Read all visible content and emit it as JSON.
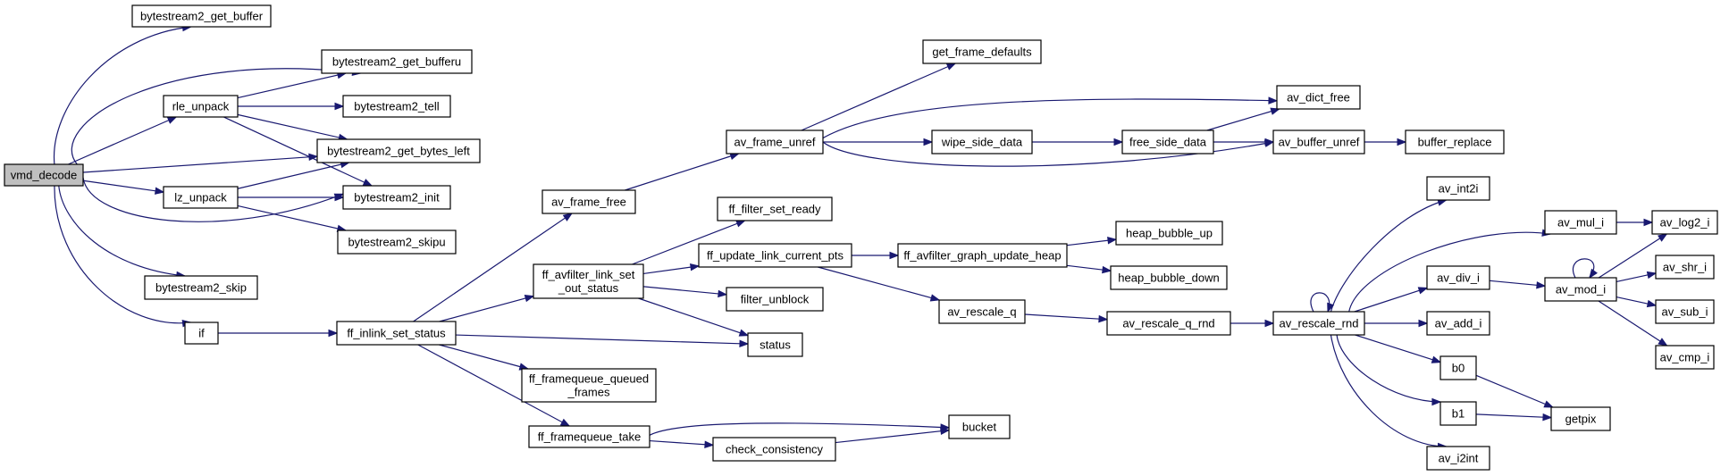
{
  "colors": {
    "edge": "#191970",
    "node_border": "#000000",
    "root_fill": "#bfbfbf",
    "node_fill": "#ffffff",
    "background": "#ffffff"
  },
  "nodes": [
    {
      "id": "vmd_decode",
      "label": "vmd_decode",
      "root": true
    },
    {
      "id": "bytestream2_get_buffer",
      "label": "bytestream2_get_buffer"
    },
    {
      "id": "bytestream2_get_bufferu",
      "label": "bytestream2_get_bufferu"
    },
    {
      "id": "rle_unpack",
      "label": "rle_unpack"
    },
    {
      "id": "bytestream2_tell",
      "label": "bytestream2_tell"
    },
    {
      "id": "bytestream2_get_bytes_left",
      "label": "bytestream2_get_bytes_left"
    },
    {
      "id": "lz_unpack",
      "label": "lz_unpack"
    },
    {
      "id": "bytestream2_init",
      "label": "bytestream2_init"
    },
    {
      "id": "bytestream2_skipu",
      "label": "bytestream2_skipu"
    },
    {
      "id": "bytestream2_skip",
      "label": "bytestream2_skip"
    },
    {
      "id": "if",
      "label": "if"
    },
    {
      "id": "ff_inlink_set_status",
      "label": "ff_inlink_set_status"
    },
    {
      "id": "av_frame_free",
      "label": "av_frame_free"
    },
    {
      "id": "ff_avfilter_link_set_out_status",
      "label": [
        "ff_avfilter_link_set",
        "_out_status"
      ]
    },
    {
      "id": "ff_framequeue_queued_frames",
      "label": [
        "ff_framequeue_queued",
        "_frames"
      ]
    },
    {
      "id": "ff_framequeue_take",
      "label": "ff_framequeue_take"
    },
    {
      "id": "av_frame_unref",
      "label": "av_frame_unref"
    },
    {
      "id": "ff_filter_set_ready",
      "label": "ff_filter_set_ready"
    },
    {
      "id": "ff_update_link_current_pts",
      "label": "ff_update_link_current_pts"
    },
    {
      "id": "filter_unblock",
      "label": "filter_unblock"
    },
    {
      "id": "status",
      "label": "status"
    },
    {
      "id": "check_consistency",
      "label": "check_consistency"
    },
    {
      "id": "bucket",
      "label": "bucket"
    },
    {
      "id": "get_frame_defaults",
      "label": "get_frame_defaults"
    },
    {
      "id": "wipe_side_data",
      "label": "wipe_side_data"
    },
    {
      "id": "free_side_data",
      "label": "free_side_data"
    },
    {
      "id": "av_dict_free",
      "label": "av_dict_free"
    },
    {
      "id": "av_buffer_unref",
      "label": "av_buffer_unref"
    },
    {
      "id": "buffer_replace",
      "label": "buffer_replace"
    },
    {
      "id": "ff_avfilter_graph_update_heap",
      "label": "ff_avfilter_graph_update_heap"
    },
    {
      "id": "heap_bubble_up",
      "label": "heap_bubble_up"
    },
    {
      "id": "heap_bubble_down",
      "label": "heap_bubble_down"
    },
    {
      "id": "av_rescale_q",
      "label": "av_rescale_q"
    },
    {
      "id": "av_rescale_q_rnd",
      "label": "av_rescale_q_rnd"
    },
    {
      "id": "av_rescale_rnd",
      "label": "av_rescale_rnd"
    },
    {
      "id": "av_int2i",
      "label": "av_int2i"
    },
    {
      "id": "av_mul_i",
      "label": "av_mul_i"
    },
    {
      "id": "av_div_i",
      "label": "av_div_i"
    },
    {
      "id": "av_add_i",
      "label": "av_add_i"
    },
    {
      "id": "b0",
      "label": "b0"
    },
    {
      "id": "b1",
      "label": "b1"
    },
    {
      "id": "av_i2int",
      "label": "av_i2int"
    },
    {
      "id": "av_mod_i",
      "label": "av_mod_i"
    },
    {
      "id": "getpix",
      "label": "getpix"
    },
    {
      "id": "av_log2_i",
      "label": "av_log2_i"
    },
    {
      "id": "av_shr_i",
      "label": "av_shr_i"
    },
    {
      "id": "av_sub_i",
      "label": "av_sub_i"
    },
    {
      "id": "av_cmp_i",
      "label": "av_cmp_i"
    }
  ],
  "edges": [
    [
      "vmd_decode",
      "bytestream2_get_buffer"
    ],
    [
      "vmd_decode",
      "bytestream2_get_bufferu"
    ],
    [
      "vmd_decode",
      "rle_unpack"
    ],
    [
      "vmd_decode",
      "bytestream2_get_bytes_left"
    ],
    [
      "vmd_decode",
      "lz_unpack"
    ],
    [
      "vmd_decode",
      "bytestream2_init"
    ],
    [
      "vmd_decode",
      "bytestream2_skip"
    ],
    [
      "vmd_decode",
      "if"
    ],
    [
      "rle_unpack",
      "bytestream2_get_bufferu"
    ],
    [
      "rle_unpack",
      "bytestream2_tell"
    ],
    [
      "rle_unpack",
      "bytestream2_get_bytes_left"
    ],
    [
      "rle_unpack",
      "bytestream2_init"
    ],
    [
      "lz_unpack",
      "bytestream2_get_bytes_left"
    ],
    [
      "lz_unpack",
      "bytestream2_init"
    ],
    [
      "lz_unpack",
      "bytestream2_skipu"
    ],
    [
      "if",
      "ff_inlink_set_status"
    ],
    [
      "ff_inlink_set_status",
      "av_frame_free"
    ],
    [
      "ff_inlink_set_status",
      "ff_avfilter_link_set_out_status"
    ],
    [
      "ff_inlink_set_status",
      "status"
    ],
    [
      "ff_inlink_set_status",
      "ff_framequeue_queued_frames"
    ],
    [
      "ff_inlink_set_status",
      "ff_framequeue_take"
    ],
    [
      "av_frame_free",
      "av_frame_unref"
    ],
    [
      "ff_avfilter_link_set_out_status",
      "ff_filter_set_ready"
    ],
    [
      "ff_avfilter_link_set_out_status",
      "ff_update_link_current_pts"
    ],
    [
      "ff_avfilter_link_set_out_status",
      "filter_unblock"
    ],
    [
      "ff_avfilter_link_set_out_status",
      "status"
    ],
    [
      "ff_framequeue_take",
      "bucket"
    ],
    [
      "ff_framequeue_take",
      "check_consistency"
    ],
    [
      "check_consistency",
      "bucket"
    ],
    [
      "av_frame_unref",
      "get_frame_defaults"
    ],
    [
      "av_frame_unref",
      "av_dict_free"
    ],
    [
      "av_frame_unref",
      "wipe_side_data"
    ],
    [
      "av_frame_unref",
      "av_buffer_unref"
    ],
    [
      "wipe_side_data",
      "free_side_data"
    ],
    [
      "free_side_data",
      "av_dict_free"
    ],
    [
      "free_side_data",
      "av_buffer_unref"
    ],
    [
      "av_buffer_unref",
      "buffer_replace"
    ],
    [
      "ff_update_link_current_pts",
      "ff_avfilter_graph_update_heap"
    ],
    [
      "ff_update_link_current_pts",
      "av_rescale_q"
    ],
    [
      "ff_avfilter_graph_update_heap",
      "heap_bubble_up"
    ],
    [
      "ff_avfilter_graph_update_heap",
      "heap_bubble_down"
    ],
    [
      "av_rescale_q",
      "av_rescale_q_rnd"
    ],
    [
      "av_rescale_q_rnd",
      "av_rescale_rnd"
    ],
    [
      "av_rescale_rnd",
      "av_rescale_rnd"
    ],
    [
      "av_rescale_rnd",
      "av_int2i"
    ],
    [
      "av_rescale_rnd",
      "av_mul_i"
    ],
    [
      "av_rescale_rnd",
      "av_div_i"
    ],
    [
      "av_rescale_rnd",
      "av_add_i"
    ],
    [
      "av_rescale_rnd",
      "b0"
    ],
    [
      "av_rescale_rnd",
      "b1"
    ],
    [
      "av_rescale_rnd",
      "av_i2int"
    ],
    [
      "av_mul_i",
      "av_log2_i"
    ],
    [
      "av_div_i",
      "av_mod_i"
    ],
    [
      "av_mod_i",
      "av_mod_i"
    ],
    [
      "av_mod_i",
      "av_log2_i"
    ],
    [
      "av_mod_i",
      "av_shr_i"
    ],
    [
      "av_mod_i",
      "av_sub_i"
    ],
    [
      "av_mod_i",
      "av_cmp_i"
    ],
    [
      "b0",
      "getpix"
    ],
    [
      "b1",
      "getpix"
    ]
  ]
}
